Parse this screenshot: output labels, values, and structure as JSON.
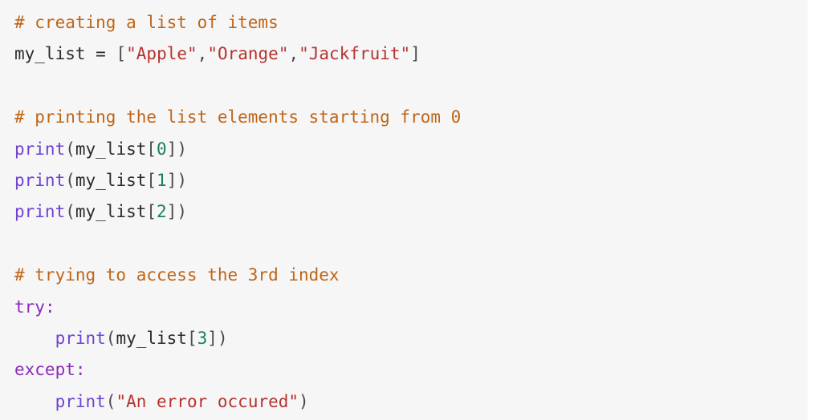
{
  "code_block": {
    "language": "python",
    "background_color": "#f6f6f7",
    "page_background_color": "#ffffff",
    "theme_colors": {
      "comment": "#bf6516",
      "string": "#b5332e",
      "number": "#1a7f5e",
      "builtin_function": "#6f42d1",
      "keyword": "#8b2bb9",
      "identifier": "#2b2b2b",
      "punctuation": "#4a4a4a"
    },
    "plain_text": "# creating a list of items\nmy_list = [\"Apple\",\"Orange\",\"Jackfruit\"]\n\n# printing the list elements starting from 0\nprint(my_list[0])\nprint(my_list[1])\nprint(my_list[2])\n\n# trying to access the 3rd index\ntry:\n    print(my_list[3])\nexcept:\n    print(\"An error occured\")",
    "lines": [
      {
        "id": "line-1",
        "type": "comment",
        "tokens": [
          {
            "text": "# creating a list of items",
            "kind": "comment"
          }
        ]
      },
      {
        "id": "line-2",
        "type": "assignment",
        "tokens": [
          {
            "text": "my_list",
            "kind": "name"
          },
          {
            "text": " ",
            "kind": "plain"
          },
          {
            "text": "=",
            "kind": "op"
          },
          {
            "text": " ",
            "kind": "plain"
          },
          {
            "text": "[",
            "kind": "punct"
          },
          {
            "text": "\"Apple\"",
            "kind": "string"
          },
          {
            "text": ",",
            "kind": "punct"
          },
          {
            "text": "\"Orange\"",
            "kind": "string"
          },
          {
            "text": ",",
            "kind": "punct"
          },
          {
            "text": "\"Jackfruit\"",
            "kind": "string"
          },
          {
            "text": "]",
            "kind": "punct"
          }
        ]
      },
      {
        "id": "line-3",
        "type": "blank",
        "tokens": []
      },
      {
        "id": "line-4",
        "type": "comment",
        "tokens": [
          {
            "text": "# printing the list elements starting from 0",
            "kind": "comment"
          }
        ]
      },
      {
        "id": "line-5",
        "type": "statement",
        "tokens": [
          {
            "text": "print",
            "kind": "builtin"
          },
          {
            "text": "(",
            "kind": "punct"
          },
          {
            "text": "my_list",
            "kind": "name"
          },
          {
            "text": "[",
            "kind": "punct"
          },
          {
            "text": "0",
            "kind": "number"
          },
          {
            "text": "]",
            "kind": "punct"
          },
          {
            "text": ")",
            "kind": "punct"
          }
        ]
      },
      {
        "id": "line-6",
        "type": "statement",
        "tokens": [
          {
            "text": "print",
            "kind": "builtin"
          },
          {
            "text": "(",
            "kind": "punct"
          },
          {
            "text": "my_list",
            "kind": "name"
          },
          {
            "text": "[",
            "kind": "punct"
          },
          {
            "text": "1",
            "kind": "number"
          },
          {
            "text": "]",
            "kind": "punct"
          },
          {
            "text": ")",
            "kind": "punct"
          }
        ]
      },
      {
        "id": "line-7",
        "type": "statement",
        "tokens": [
          {
            "text": "print",
            "kind": "builtin"
          },
          {
            "text": "(",
            "kind": "punct"
          },
          {
            "text": "my_list",
            "kind": "name"
          },
          {
            "text": "[",
            "kind": "punct"
          },
          {
            "text": "2",
            "kind": "number"
          },
          {
            "text": "]",
            "kind": "punct"
          },
          {
            "text": ")",
            "kind": "punct"
          }
        ]
      },
      {
        "id": "line-8",
        "type": "blank",
        "tokens": []
      },
      {
        "id": "line-9",
        "type": "comment",
        "tokens": [
          {
            "text": "# trying to access the 3rd index",
            "kind": "comment"
          }
        ]
      },
      {
        "id": "line-10",
        "type": "keyword-statement",
        "tokens": [
          {
            "text": "try",
            "kind": "keyword"
          },
          {
            "text": ":",
            "kind": "keyword"
          }
        ]
      },
      {
        "id": "line-11",
        "type": "statement",
        "tokens": [
          {
            "text": "    ",
            "kind": "plain"
          },
          {
            "text": "print",
            "kind": "builtin"
          },
          {
            "text": "(",
            "kind": "punct"
          },
          {
            "text": "my_list",
            "kind": "name"
          },
          {
            "text": "[",
            "kind": "punct"
          },
          {
            "text": "3",
            "kind": "number"
          },
          {
            "text": "]",
            "kind": "punct"
          },
          {
            "text": ")",
            "kind": "punct"
          }
        ]
      },
      {
        "id": "line-12",
        "type": "keyword-statement",
        "tokens": [
          {
            "text": "except",
            "kind": "keyword"
          },
          {
            "text": ":",
            "kind": "keyword"
          }
        ]
      },
      {
        "id": "line-13",
        "type": "statement",
        "tokens": [
          {
            "text": "    ",
            "kind": "plain"
          },
          {
            "text": "print",
            "kind": "builtin"
          },
          {
            "text": "(",
            "kind": "punct"
          },
          {
            "text": "\"An error occured\"",
            "kind": "string"
          },
          {
            "text": ")",
            "kind": "punct"
          }
        ]
      }
    ]
  }
}
